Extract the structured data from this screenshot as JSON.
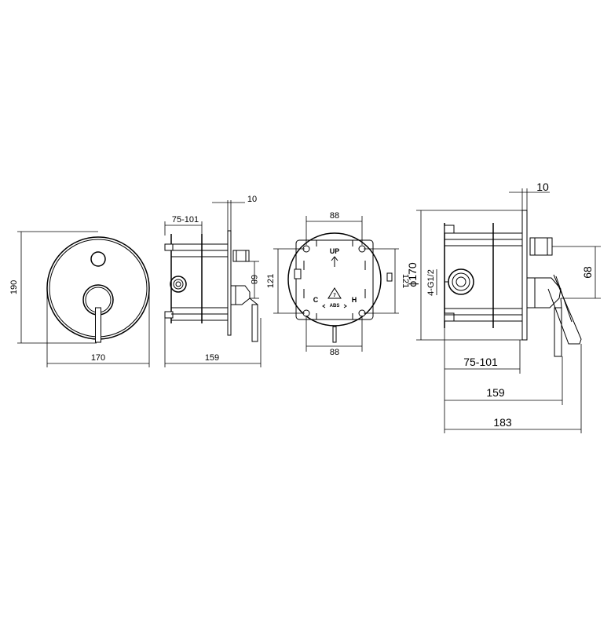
{
  "front_view": {
    "height_label": "190",
    "width_label": "170"
  },
  "side_view": {
    "depth_range_label": "75-101",
    "plate_label": "10",
    "spout_label": "68",
    "total_depth_label": "159"
  },
  "box_view": {
    "top_label": "88",
    "bottom_label": "88",
    "left_label": "121",
    "right_label": "121",
    "up_label": "UP",
    "cold_label": "C",
    "hot_label": "H",
    "recycle_number": "7",
    "material_label": "ABS"
  },
  "detail_view": {
    "plate_label": "10",
    "diameter_label": "ϕ170",
    "thread_label": "4-G1/2",
    "spout_label": "68",
    "depth_range_label": "75-101",
    "depth_label": "159",
    "total_label": "183"
  }
}
